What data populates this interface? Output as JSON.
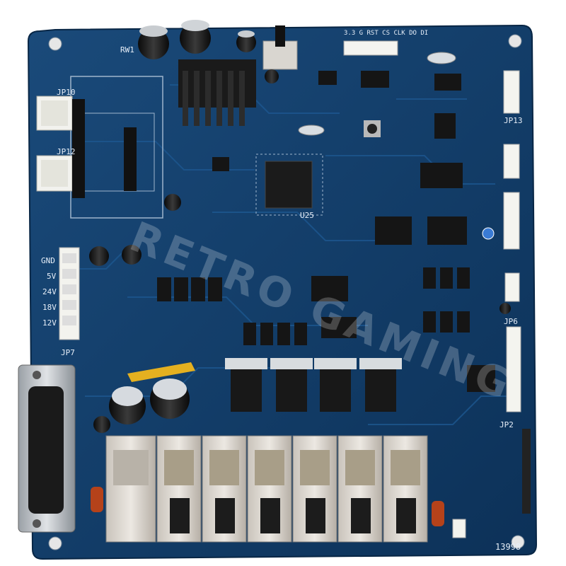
{
  "board": {
    "pcb_color": "#0f3a66",
    "silk_color": "#e8eef5",
    "watermark": "RETRO GAMING",
    "serial": "13998",
    "labels": {
      "gnd": "GND",
      "v5": "5V",
      "v24": "24V",
      "v18": "18V",
      "v12": "12V",
      "jp7": "JP7",
      "jp2": "JP2",
      "jp10": "JP10",
      "jp12": "JP12",
      "jp13": "JP13",
      "jp6": "JP6",
      "rw1": "RW1",
      "cmp": "U25",
      "prog": "3.3 G RST CS CLK DO DI"
    }
  }
}
